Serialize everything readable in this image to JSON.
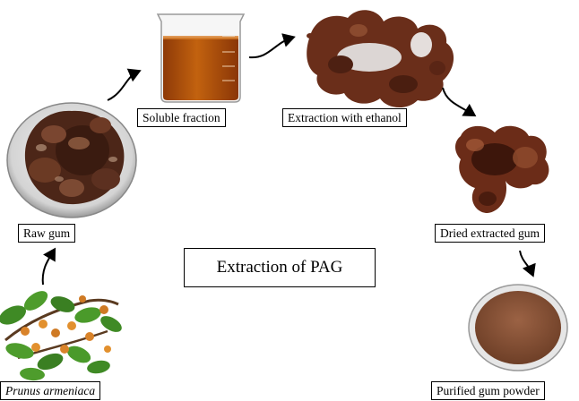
{
  "diagram": {
    "title": "Extraction of PAG",
    "steps": [
      {
        "id": "prunus",
        "label": "Prunus armeniaca",
        "italic": true
      },
      {
        "id": "raw",
        "label": "Raw gum"
      },
      {
        "id": "soluble",
        "label": "Soluble fraction"
      },
      {
        "id": "ethanol",
        "label": "Extraction with ethanol"
      },
      {
        "id": "dried",
        "label": "Dried extracted gum"
      },
      {
        "id": "powder",
        "label": "Purified gum powder"
      }
    ]
  },
  "colors": {
    "solution": "#b5520f",
    "gum": "#5a2e1c",
    "powder": "#8a5538",
    "leaf": "#3f8a25",
    "fruit": "#d9832a"
  }
}
